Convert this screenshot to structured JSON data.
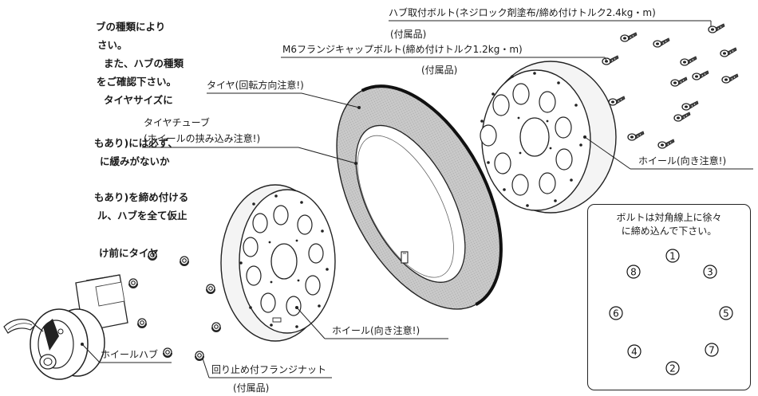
{
  "instructions": [
    "ブの種類により",
    "さい。",
    "また、ハブの種類",
    "をご確認下さい。",
    "タイヤサイズに",
    "もあり)には必ず、",
    "に緩みがないか",
    "もあり)を締め付ける",
    "ル、ハブを全て仮止",
    "け前にタイヤ"
  ],
  "labels": {
    "hub_bolt": "ハブ取付ボルト(ネジロック剤塗布/締め付けトルク2.4kg・m)",
    "hub_bolt_sub": "(付属品)",
    "flange_bolt": "M6フランジキャップボルト(締め付けトルク1.2kg・m)",
    "flange_bolt_sub": "(付属品)",
    "tire": "タイヤ(回転方向注意!)",
    "tube_1": "タイヤチューブ",
    "tube_2": "(ホイールの挟み込み注意!)",
    "wheel_right": "ホイール(向き注意!)",
    "wheel_left": "ホイール(向き注意!)",
    "wheel_hub": "ホイールハブ",
    "flange_nut": "回り止め付フランジナット",
    "flange_nut_sub": "(付属品)"
  },
  "bolt_box": {
    "title_1": "ボルトは対角線上に徐々",
    "title_2": "に締め込んで下さい。",
    "order": [
      "1",
      "2",
      "3",
      "4",
      "5",
      "6",
      "7",
      "8"
    ]
  }
}
